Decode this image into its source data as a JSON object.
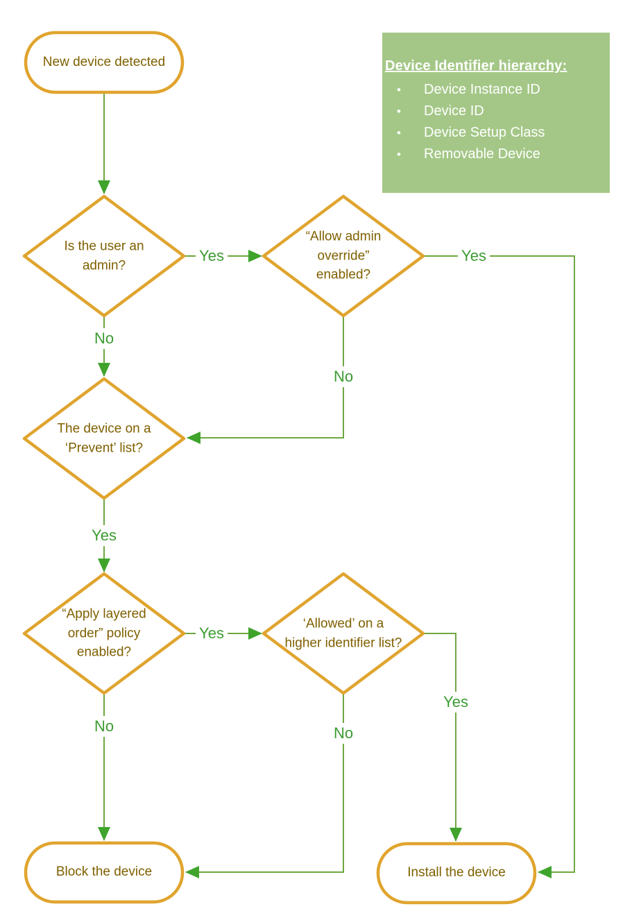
{
  "colors": {
    "gold": "#E0A42E",
    "line-green": "#6EA73F",
    "arrow-green": "#3FA32C",
    "label-green": "#3C9C32",
    "node-text": "#7F6000",
    "info-bg": "#A4C787",
    "info-text": "#FFFFFF",
    "background": "#FFFFFF"
  },
  "nodes": {
    "start": "New device detected",
    "admin": "Is the user an admin?",
    "override": "“Allow admin override” enabled?",
    "prevent": "The device on a ‘Prevent’ list?",
    "layered": "“Apply layered order” policy enabled?",
    "allowed": "‘Allowed’ on a higher identifier list?",
    "block": "Block the device",
    "install": "Install the device"
  },
  "edges": {
    "admin_yes": "Yes",
    "admin_no": "No",
    "override_yes": "Yes",
    "override_no": "No",
    "prevent_yes": "Yes",
    "layered_yes": "Yes",
    "layered_no": "No",
    "allowed_yes": "Yes",
    "allowed_no": "No"
  },
  "info_box": {
    "title": "Device Identifier hierarchy:",
    "items": [
      "Device Instance ID",
      "Device ID",
      "Device Setup Class",
      "Removable Device"
    ]
  }
}
